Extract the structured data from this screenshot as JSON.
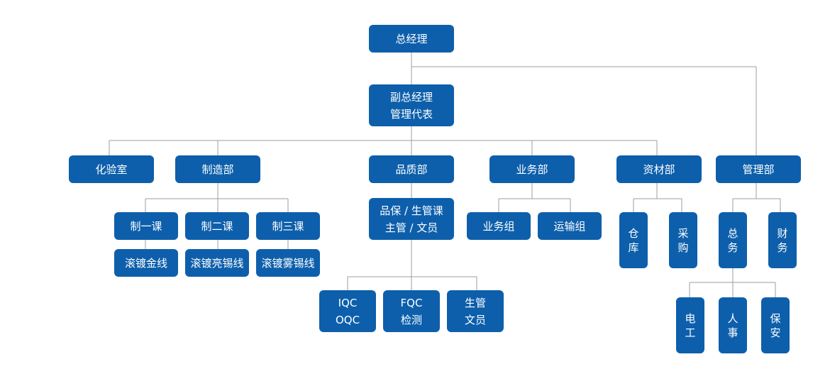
{
  "org_chart": {
    "gm": "总经理",
    "deputy_gm": "副总经理\n管理代表",
    "lab": "化验室",
    "manufacturing": "制造部",
    "quality": "品质部",
    "sales": "业务部",
    "materials": "资材部",
    "admin": "管理部",
    "section_1": "制一课",
    "section_2": "制二课",
    "section_3": "制三课",
    "line_gold": "滚镀金线",
    "line_bright_tin": "滚镀亮锡线",
    "line_matte_tin": "滚镀雾锡线",
    "qa_team": "品保 / 生管课\n主管 / 文员",
    "iqc": "IQC\nOQC",
    "fqc": "FQC\n检测",
    "pc_clerk": "生管\n文员",
    "sales_group": "业务组",
    "transport_group": "运输组",
    "warehouse": "仓库",
    "purchasing": "采购",
    "general_affairs": "总务",
    "finance": "财务",
    "electrician": "电工",
    "hr": "人事",
    "security": "保安"
  }
}
